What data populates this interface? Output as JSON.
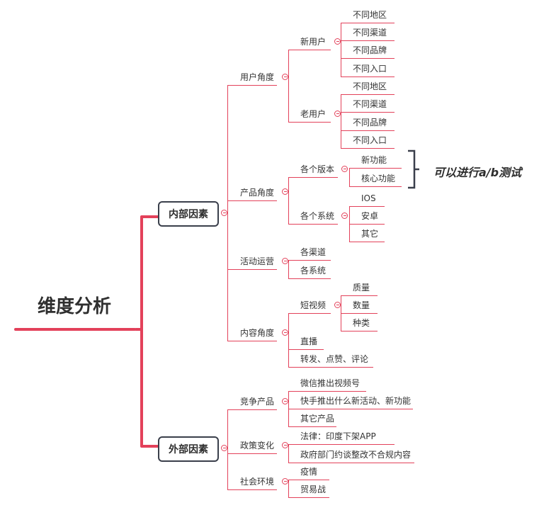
{
  "root": "维度分析",
  "internal": {
    "label": "内部因素",
    "user_angle": {
      "label": "用户角度",
      "new_user": {
        "label": "新用户",
        "items": [
          "不同地区",
          "不同渠道",
          "不同品牌",
          "不同入口"
        ]
      },
      "old_user": {
        "label": "老用户",
        "items": [
          "不同地区",
          "不同渠道",
          "不同品牌",
          "不同入口"
        ]
      }
    },
    "product_angle": {
      "label": "产品角度",
      "versions": {
        "label": "各个版本",
        "items": [
          "新功能",
          "核心功能"
        ]
      },
      "systems": {
        "label": "各个系统",
        "items": [
          "IOS",
          "安卓",
          "其它"
        ]
      }
    },
    "operations": {
      "label": "活动运营",
      "items": [
        "各渠道",
        "各系统"
      ]
    },
    "content_angle": {
      "label": "内容角度",
      "short_video": {
        "label": "短视频",
        "items": [
          "质量",
          "数量",
          "种类"
        ]
      },
      "items": [
        "直播",
        "转发、点赞、评论"
      ]
    }
  },
  "external": {
    "label": "外部因素",
    "competitors": {
      "label": "竞争产品",
      "items": [
        "微信推出视频号",
        "快手推出什么新活动、新功能",
        "其它产品"
      ]
    },
    "policy": {
      "label": "政策变化",
      "items": [
        "法律：印度下架APP",
        "政府部门约谈整改不合规内容"
      ]
    },
    "social": {
      "label": "社会环境",
      "items": [
        "疫情",
        "贸易战"
      ]
    }
  },
  "note": "可以进行a/b测试",
  "colors": {
    "branch": "#e3415a",
    "box_border": "#3a3f4b",
    "text": "#333333"
  }
}
